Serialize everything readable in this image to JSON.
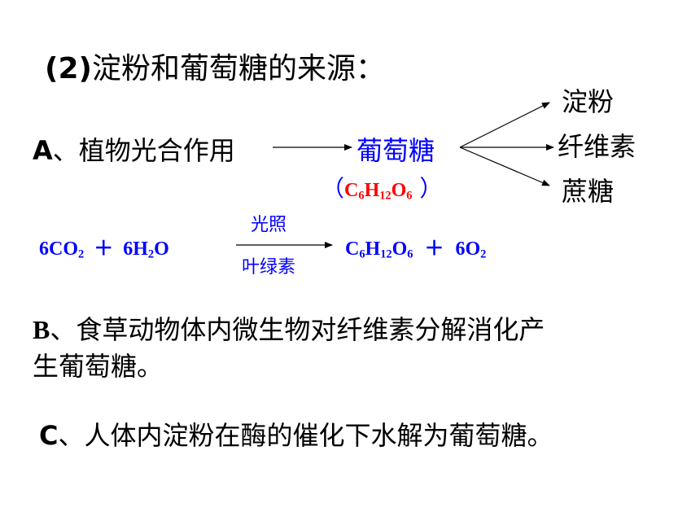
{
  "title": {
    "prefix": "(2)",
    "text": "淀粉和葡萄糖的来源："
  },
  "sectionA": {
    "label": "A",
    "text": "、植物光合作用",
    "product": "葡萄糖",
    "formula_open": "（",
    "formula_close": "）",
    "outputs": [
      "淀粉",
      "纤维素",
      "蔗糖"
    ]
  },
  "reaction": {
    "r1_coef": "6CO",
    "r1_sub": "2",
    "plus1": "＋",
    "r2_coef": "6H",
    "r2_sub": "2",
    "r2_tail": "O",
    "condition_top": "光照",
    "condition_bottom": "叶绿素",
    "p1_a": "C",
    "p1_sa": "6",
    "p1_b": "H",
    "p1_sb": "12",
    "p1_c": "O",
    "p1_sc": "6",
    "plus2": "＋",
    "p2_coef": "6O",
    "p2_sub": "2"
  },
  "sectionB": {
    "label": "B",
    "line1": "、食草动物体内微生物对纤维素分解消化产",
    "line2": "生葡萄糖。"
  },
  "sectionC": {
    "label": "C",
    "text": "、人体内淀粉在酶的催化下水解为葡萄糖。"
  },
  "colors": {
    "formula": "#0000ff",
    "glucose_formula": "#ff0000",
    "text": "#000000"
  }
}
